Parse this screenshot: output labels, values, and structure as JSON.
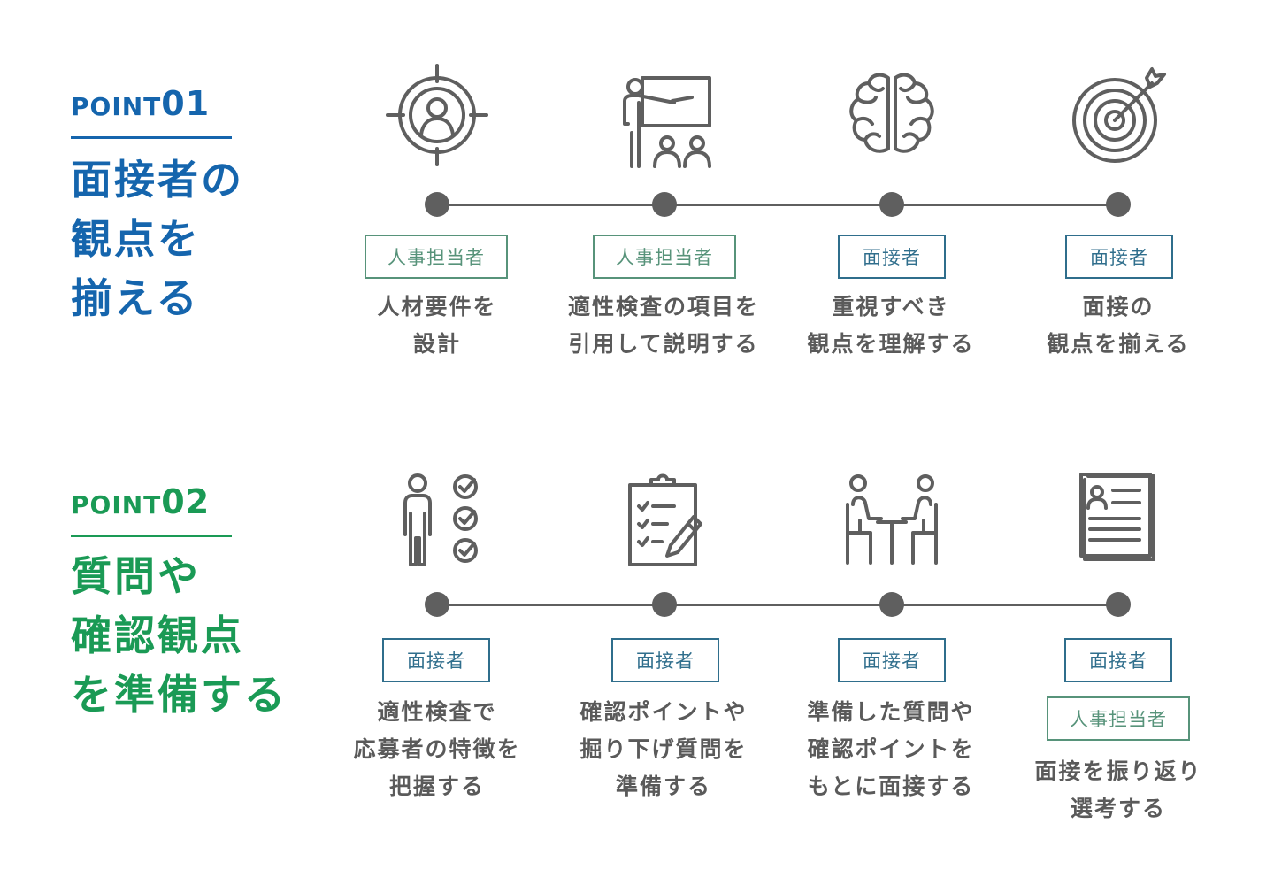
{
  "points": [
    {
      "label_word": "POINT",
      "label_num": "01",
      "title_lines": [
        "面接者の",
        "観点を",
        "揃える"
      ],
      "colors": {
        "accent": "#1565ad"
      },
      "steps": [
        {
          "icon": "target-person-icon",
          "tags": [
            "人事担当者"
          ],
          "text_lines": [
            "人材要件を",
            "設計"
          ]
        },
        {
          "icon": "presenter-board-icon",
          "tags": [
            "人事担当者"
          ],
          "text_lines": [
            "適性検査の項目を",
            "引用して説明する"
          ]
        },
        {
          "icon": "brain-icon",
          "tags": [
            "面接者"
          ],
          "text_lines": [
            "重視すべき",
            "観点を理解する"
          ]
        },
        {
          "icon": "bullseye-arrow-icon",
          "tags": [
            "面接者"
          ],
          "text_lines": [
            "面接の",
            "観点を揃える"
          ]
        }
      ]
    },
    {
      "label_word": "POINT",
      "label_num": "02",
      "title_lines": [
        "質問や",
        "確認観点",
        "を準備する"
      ],
      "colors": {
        "accent": "#1a9a55"
      },
      "steps": [
        {
          "icon": "person-checklist-icon",
          "tags": [
            "面接者"
          ],
          "text_lines": [
            "適性検査で",
            "応募者の特徴を",
            "把握する"
          ]
        },
        {
          "icon": "clipboard-pencil-icon",
          "tags": [
            "面接者"
          ],
          "text_lines": [
            "確認ポイントや",
            "掘り下げ質問を",
            "準備する"
          ]
        },
        {
          "icon": "interview-table-icon",
          "tags": [
            "面接者"
          ],
          "text_lines": [
            "準備した質問や",
            "確認ポイントを",
            "もとに面接する"
          ]
        },
        {
          "icon": "resume-document-icon",
          "tags": [
            "面接者",
            "人事担当者"
          ],
          "text_lines": [
            "面接を振り返り",
            "選考する"
          ]
        }
      ]
    }
  ],
  "colors": {
    "line": "#5f5f5f",
    "tag_hr": "#57937a",
    "tag_interviewer": "#2f6e8c",
    "text": "#5a5a5a"
  }
}
